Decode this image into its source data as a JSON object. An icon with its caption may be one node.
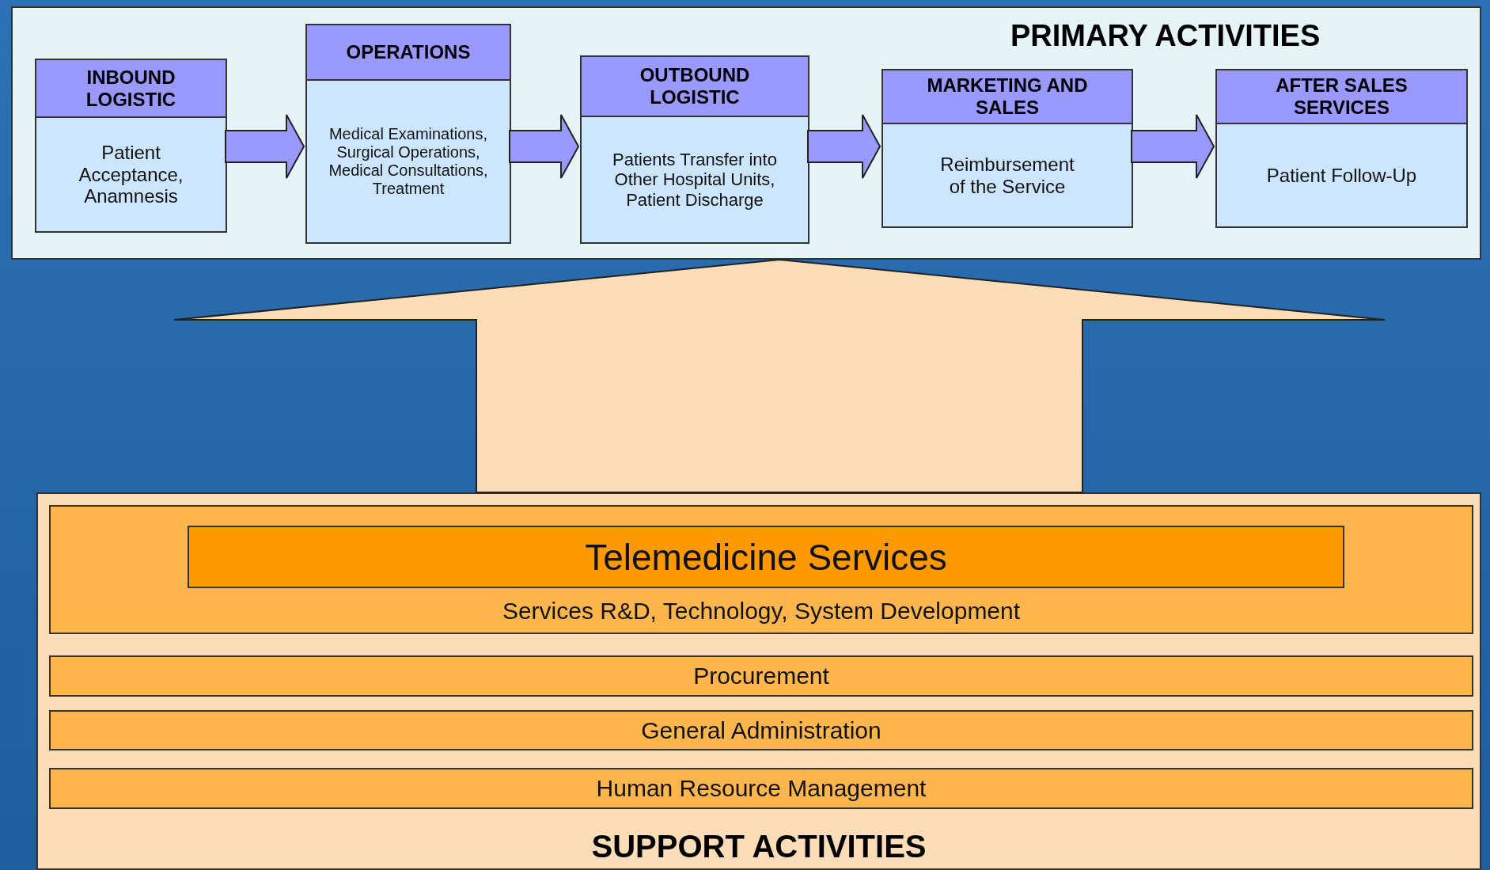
{
  "diagram": {
    "nodes": [
      {
        "text": [
          "PRIMARY ACTIVITIES"
        ]
      },
      {
        "text": [
          "INBOUND LOGISTIC",
          "Patient Acceptance, Anamnesis"
        ],
        "in": 0
      },
      {
        "text": [
          "OPERATIONS",
          "Medical Examinations, Surgical Operations, Medical Consultations, Treatment"
        ],
        "in": 0
      },
      {
        "text": [
          "OUTBOUND LOGISTIC",
          "Patients Transfer into Other Hospital Units, Patient Discharge"
        ],
        "in": 0
      },
      {
        "text": [
          "MARKETING AND SALES",
          "Reimbursement of the Service"
        ],
        "in": 0
      },
      {
        "text": [
          "AFTER SALES SERVICES",
          "Patient Follow-Up"
        ],
        "in": 0
      },
      {
        "text": [
          "SUPPORT ACTIVITIES"
        ]
      },
      {
        "text": [
          "Services R&D, Technology, System Development"
        ],
        "in": 6
      },
      {
        "text": [
          "Telemedicine Services"
        ],
        "in": 7
      },
      {
        "text": [
          "Procurement"
        ],
        "in": 6
      },
      {
        "text": [
          "General Administration"
        ],
        "in": 6
      },
      {
        "text": [
          "Human Resource Management"
        ],
        "in": 6
      }
    ],
    "edges": [
      {
        "from": 1,
        "to": 2,
        "arrow": "to"
      },
      {
        "from": 2,
        "to": 3,
        "arrow": "to"
      },
      {
        "from": 3,
        "to": 4,
        "arrow": "to"
      },
      {
        "from": 4,
        "to": 5,
        "arrow": "to"
      },
      {
        "from": 6,
        "to": 0,
        "arrow": "to"
      }
    ]
  }
}
